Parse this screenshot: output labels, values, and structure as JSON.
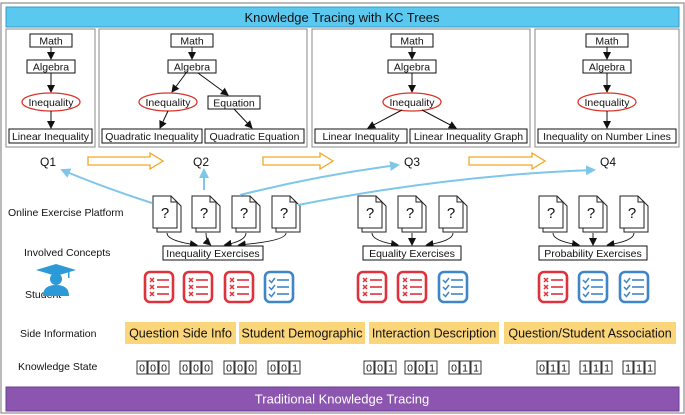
{
  "header": {
    "title": "Knowledge Tracing with KC Trees",
    "color": "#5bc8f0"
  },
  "footer": {
    "title": "Traditional Knowledge Tracing",
    "color": "#8b55b0"
  },
  "kc_trees": [
    {
      "q": "Q1",
      "root": "Math",
      "mid": "Algebra",
      "highlight": "Inequality",
      "leaves": [
        "Linear Inequality"
      ]
    },
    {
      "q": "Q2",
      "root": "Math",
      "mid": "Algebra",
      "highlight": "Inequality",
      "sibling": "Equation",
      "leaves": [
        "Quadratic Inequality",
        "Quadratic Equation"
      ]
    },
    {
      "q": "Q3",
      "root": "Math",
      "mid": "Algebra",
      "highlight": "Inequality",
      "leaves": [
        "Linear Inequality",
        "Linear Inequality Graph"
      ]
    },
    {
      "q": "Q4",
      "root": "Math",
      "mid": "Algebra",
      "highlight": "Inequality",
      "leaves": [
        "Inequality on Number Lines"
      ]
    }
  ],
  "rows": {
    "platform": "Online Exercise Platform",
    "concepts": "Involved Concepts",
    "student": "Student",
    "side_info": "Side Information",
    "knowledge_state": "Knowledge State"
  },
  "exercise_groups": [
    "Inequality Exercises",
    "Equality Exercises",
    "Probability Exercises"
  ],
  "doc_glyph": "?",
  "side_info_labels": [
    "Question Side Info",
    "Student Demographic",
    "Interaction Description",
    "Question/Student Association"
  ],
  "knowledge_states": [
    "000",
    "000",
    "000",
    "001",
    "001",
    "001",
    "011",
    "011",
    "111",
    "111"
  ],
  "colors": {
    "wrong": "#e0323c",
    "right": "#3f86c8",
    "arrow": "#7ec6ea",
    "orange": "#f5a623",
    "side": "#fbd57a",
    "oval": "#d9342b"
  }
}
